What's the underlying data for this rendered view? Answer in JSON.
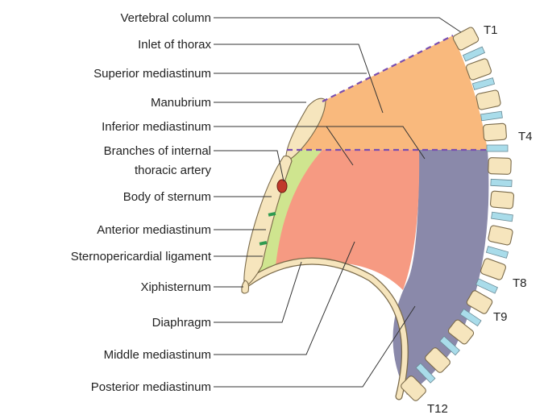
{
  "labels": {
    "vertebral_column": "Vertebral column",
    "inlet_of_thorax": "Inlet of thorax",
    "superior_mediastinum": "Superior mediastinum",
    "manubrium": "Manubrium",
    "inferior_mediastinum": "Inferior mediastinum",
    "branches_line1": "Branches of internal",
    "branches_line2": "thoracic artery",
    "body_of_sternum": "Body of sternum",
    "anterior_mediastinum": "Anterior mediastinum",
    "sternopericardial_ligament": "Sternopericardial ligament",
    "xiphisternum": "Xiphisternum",
    "diaphragm": "Diaphragm",
    "middle_mediastinum": "Middle mediastinum",
    "posterior_mediastinum": "Posterior mediastinum"
  },
  "vertebra_levels": {
    "t1": "T1",
    "t4": "T4",
    "t8": "T8",
    "t9": "T9",
    "t12": "T12"
  },
  "colors": {
    "superior_mediastinum": "#f9b97d",
    "posterior_mediastinum": "#8a89aa",
    "middle_mediastinum": "#f69a82",
    "anterior_mediastinum": "#cfe58f",
    "bone": "#f6e5bd",
    "intervertebral_disc": "#a9dcea",
    "dashed_boundary": "#7a4fb0",
    "artery": "#c0392b"
  }
}
